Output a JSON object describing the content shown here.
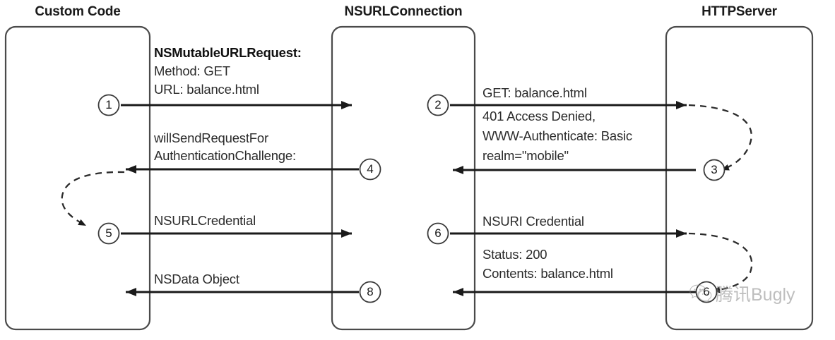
{
  "diagram": {
    "type": "sequence-diagram",
    "title": "NSURLConnection HTTP Basic Authentication flow",
    "lanes": [
      {
        "id": "custom-code",
        "label": "Custom Code"
      },
      {
        "id": "nsurlconnection",
        "label": "NSURLConnection"
      },
      {
        "id": "httpserver",
        "label": "HTTPServer"
      }
    ],
    "messages": [
      {
        "step": "1",
        "from": "custom-code",
        "to": "nsurlconnection",
        "direction": "right",
        "lines": [
          {
            "text": "NSMutableURLRequest:",
            "bold": true
          },
          {
            "text": "Method: GET",
            "bold": false
          },
          {
            "text": "URL: balance.html",
            "bold": false
          }
        ]
      },
      {
        "step": "2",
        "from": "nsurlconnection",
        "to": "httpserver",
        "direction": "right",
        "lines": [
          {
            "text": "GET: balance.html",
            "bold": false
          }
        ]
      },
      {
        "step": "3",
        "from": "httpserver",
        "to": "nsurlconnection",
        "direction": "left",
        "lines": [
          {
            "text": "401 Access Denied,",
            "bold": false
          },
          {
            "text": "WWW-Authenticate: Basic",
            "bold": false
          },
          {
            "text": "realm=\"mobile\"",
            "bold": false
          }
        ]
      },
      {
        "step": "4",
        "from": "nsurlconnection",
        "to": "custom-code",
        "direction": "left",
        "lines": [
          {
            "text": "willSendRequestFor",
            "bold": false
          },
          {
            "text": "AuthenticationChallenge:",
            "bold": false
          }
        ]
      },
      {
        "step": "5",
        "from": "custom-code",
        "to": "nsurlconnection",
        "direction": "right",
        "lines": [
          {
            "text": "NSURLCredential",
            "bold": false
          }
        ]
      },
      {
        "step": "6",
        "from": "nsurlconnection",
        "to": "httpserver",
        "direction": "right",
        "lines": [
          {
            "text": "NSURI Credential",
            "bold": false
          }
        ]
      },
      {
        "step": "6",
        "from": "httpserver",
        "to": "nsurlconnection",
        "direction": "left",
        "lines": [
          {
            "text": "Status: 200",
            "bold": false
          },
          {
            "text": "Contents: balance.html",
            "bold": false
          }
        ]
      },
      {
        "step": "8",
        "from": "nsurlconnection",
        "to": "custom-code",
        "direction": "left",
        "lines": [
          {
            "text": "NSData Object",
            "bold": false
          }
        ]
      }
    ],
    "self_loops": [
      {
        "id": "server-process-auth",
        "lane": "httpserver",
        "style": "dashed"
      },
      {
        "id": "client-build-credential",
        "lane": "custom-code",
        "style": "dashed"
      },
      {
        "id": "server-process-request",
        "lane": "httpserver",
        "style": "dashed"
      }
    ],
    "colors": {
      "line": "#1a1a1a",
      "lane_border": "#4a4a4a",
      "background": "#ffffff",
      "text": "#2b2b2b",
      "watermark": "#8a8a8a"
    }
  },
  "labels": {
    "lane1": "Custom Code",
    "lane2": "NSURLConnection",
    "lane3": "HTTPServer",
    "m1l1": "NSMutableURLRequest:",
    "m1l2": "Method: GET",
    "m1l3": "URL: balance.html",
    "m4l1": "willSendRequestFor",
    "m4l2": "AuthenticationChallenge:",
    "m5l1": "NSURLCredential",
    "m8l1": "NSData Object",
    "m2l1": "GET: balance.html",
    "m3l1": "401 Access Denied,",
    "m3l2": "WWW-Authenticate: Basic",
    "m3l3": "realm=\"mobile\"",
    "m6l1": "NSURI Credential",
    "m7l1": "Status: 200",
    "m7l2": "Contents: balance.html",
    "n1": "1",
    "n2": "2",
    "n3": "3",
    "n4": "4",
    "n5": "5",
    "n6": "6",
    "n7": "6",
    "n8": "8"
  },
  "watermark": {
    "text": "腾讯Bugly",
    "icon": "wechat-icon"
  }
}
